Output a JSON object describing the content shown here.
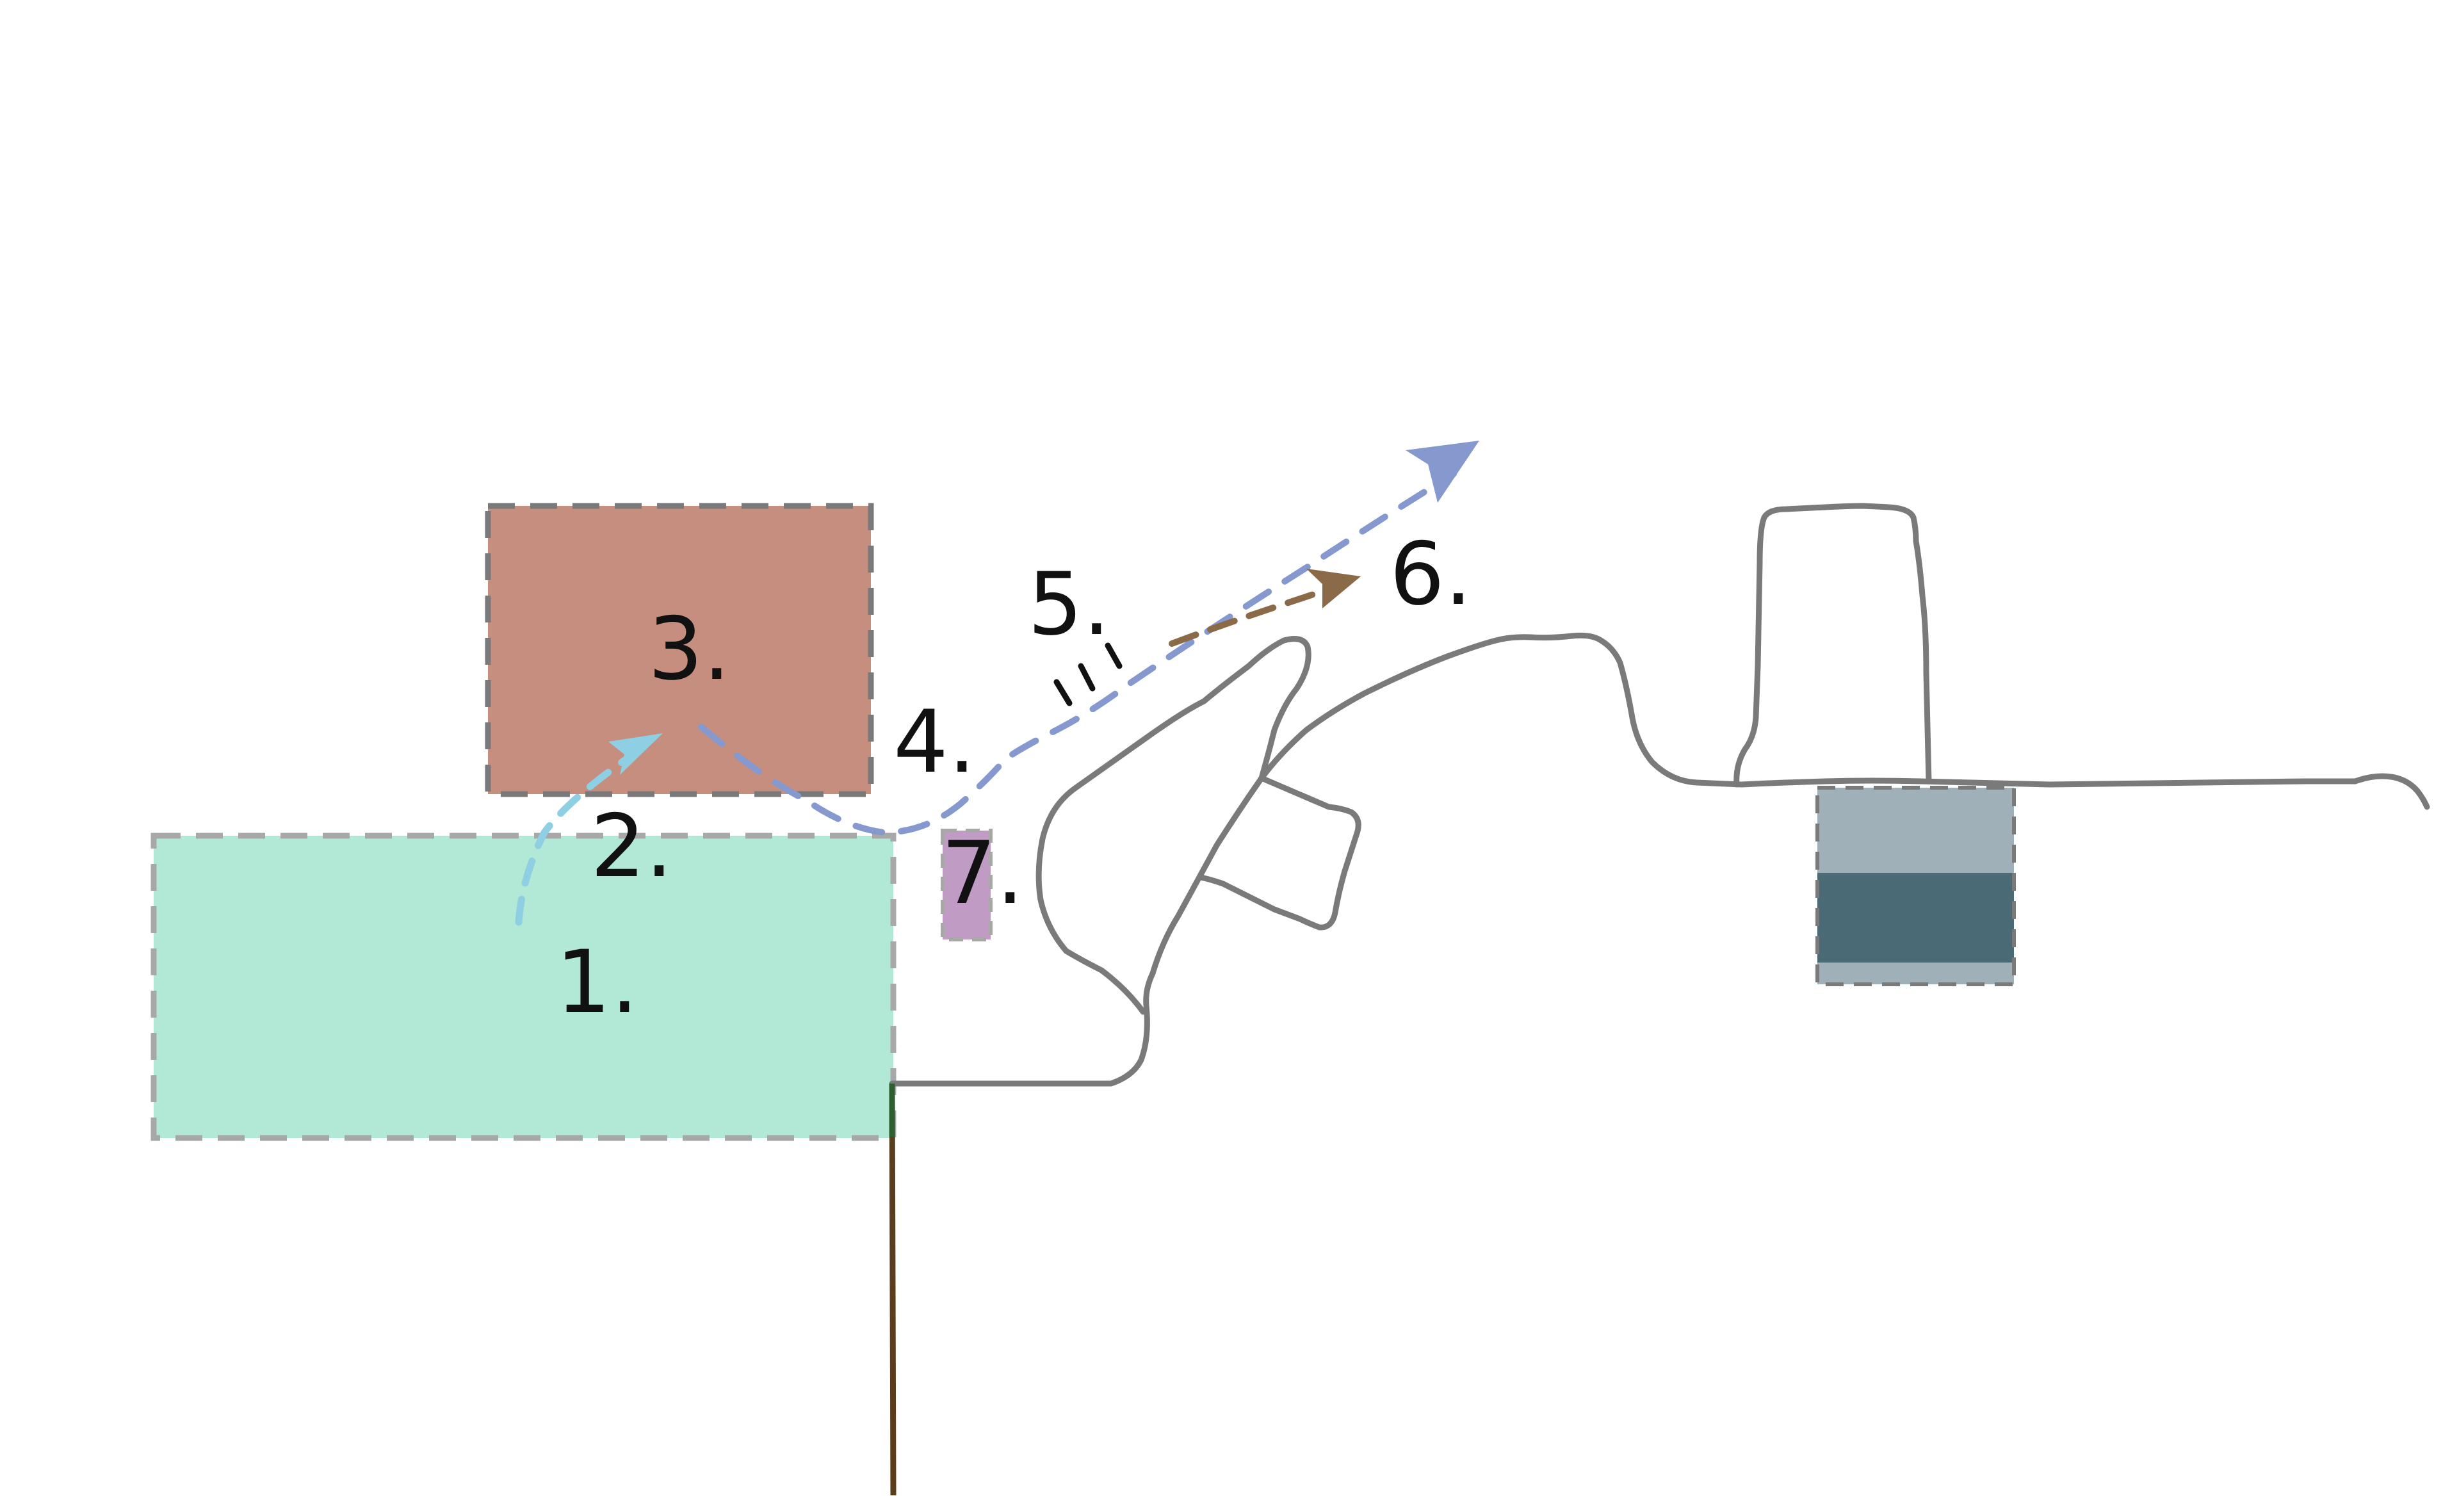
{
  "labels": {
    "l1": "1.",
    "l2": "2.",
    "l3": "3.",
    "l4": "4.",
    "l5": "5.",
    "l6": "6.",
    "l7": "7."
  },
  "colors": {
    "zone1_fill": "#b2e8d6",
    "zone3_fill": "#c68e7e",
    "zone7_fill": "#c09cc5",
    "building_light": "#a0b0b8",
    "building_dark": "#4a6a75",
    "dashed_border": "#9a9a9a",
    "path_lightblue": "#8ecfe3",
    "path_blue": "#8599cf",
    "path_brown": "#8b6a47",
    "outline_gray": "#7a7a7a",
    "pole_brown": "#5a3d1a",
    "tick_black": "#111111"
  },
  "icons": {
    "arrow_2_to_3": "arrowhead",
    "arrow_to_6_blue": "arrowhead",
    "arrow_to_6_brown": "arrowhead",
    "crossing_marks": "hatch-marks"
  }
}
